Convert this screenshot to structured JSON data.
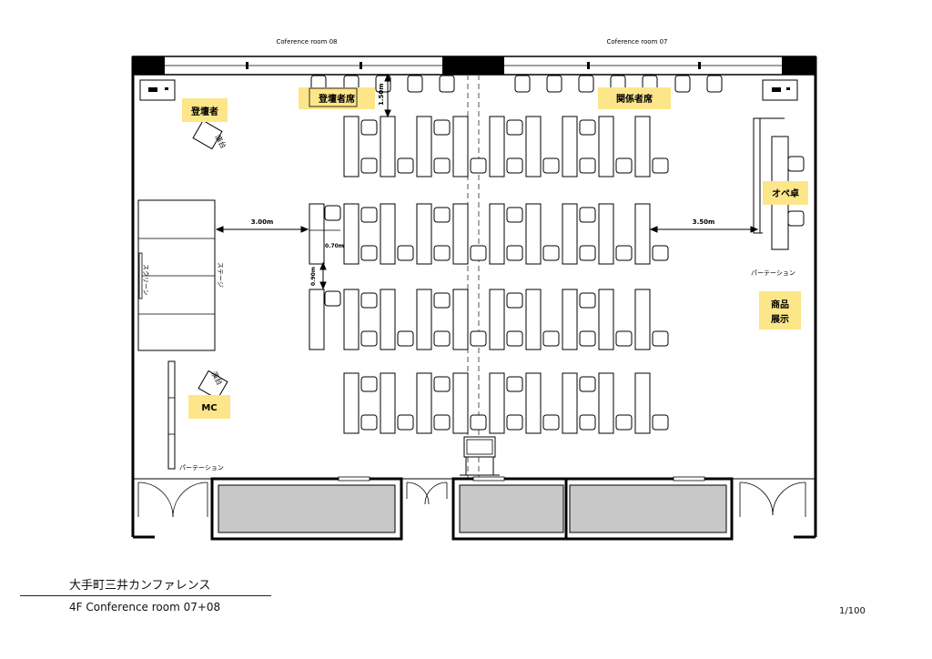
{
  "rooms": {
    "left": "Coference room 08",
    "right": "Coference room 07"
  },
  "labels": {
    "speaker": "登壇者",
    "speaker_seats": "登壇者席",
    "related_seats": "関係者席",
    "operator_desk": "オペ卓",
    "product_display": "商品\n展示",
    "mc": "MC",
    "podium_1": "演台",
    "podium_2": "演台",
    "stage": "ステージ",
    "screen": "スクリーン",
    "partition_right": "パーテーション",
    "partition_left": "パーテーション"
  },
  "dimensions": {
    "gap_left": "3.00m",
    "gap_right": "3.50m",
    "top_gap": "1.50m",
    "table_width": "0.70m",
    "row_gap": "0.90m"
  },
  "footer": {
    "venue": "大手町三井カンファレンス",
    "floor": "4F  Conference room 07+08",
    "scale": "1/100"
  },
  "colors": {
    "highlight": "#fde68a",
    "wall": "#000000",
    "storage": "#c8c8c8"
  }
}
